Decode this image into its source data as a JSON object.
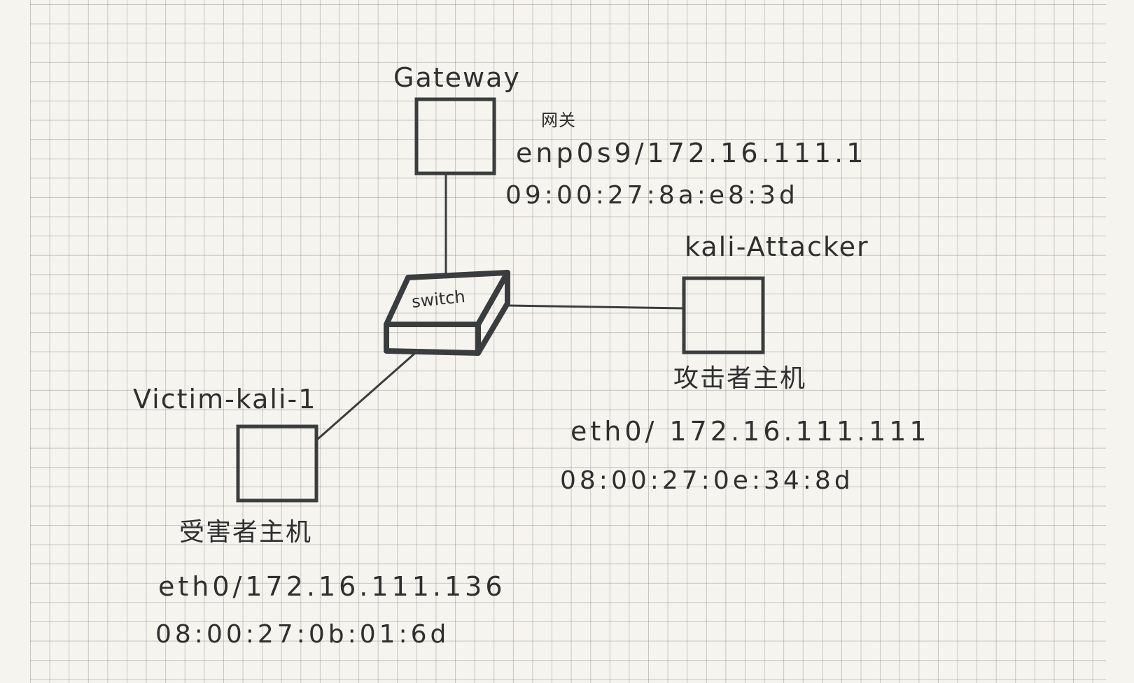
{
  "nodes": {
    "gateway": {
      "title": "Gateway",
      "cn_label": "网关",
      "iface_ip": "enp0s9/172.16.111.1",
      "mac": "09:00:27:8a:e8:3d"
    },
    "switch": {
      "label": "switch"
    },
    "attacker": {
      "title": "kali-Attacker",
      "cn_label": "攻击者主机",
      "iface_ip": "eth0/ 172.16.111.111",
      "mac": "08:00:27:0e:34:8d"
    },
    "victim": {
      "title": "Victim-kali-1",
      "cn_label": "受害者主机",
      "iface_ip": "eth0/172.16.111.136",
      "mac": "08:00:27:0b:01:6d"
    }
  },
  "colors": {
    "ink": "#3a3d3d",
    "paper": "#f6f4ee",
    "grid": "#b8b8b8"
  }
}
